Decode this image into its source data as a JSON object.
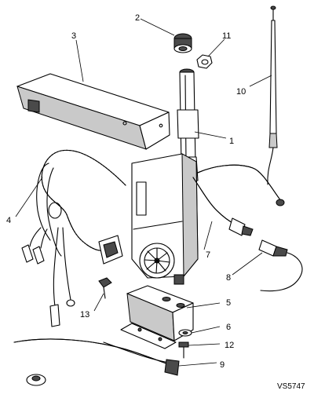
{
  "callouts": [
    {
      "id": "c1",
      "text": "1"
    },
    {
      "id": "c2",
      "text": "2"
    },
    {
      "id": "c3",
      "text": "3"
    },
    {
      "id": "c4",
      "text": "4"
    },
    {
      "id": "c5",
      "text": "5"
    },
    {
      "id": "c6",
      "text": "6"
    },
    {
      "id": "c7",
      "text": "7"
    },
    {
      "id": "c8",
      "text": "8"
    },
    {
      "id": "c9",
      "text": "9"
    },
    {
      "id": "c10",
      "text": "10"
    },
    {
      "id": "c11",
      "text": "11"
    },
    {
      "id": "c12",
      "text": "12"
    },
    {
      "id": "c13",
      "text": "13"
    }
  ],
  "reference_code": "VS5747"
}
